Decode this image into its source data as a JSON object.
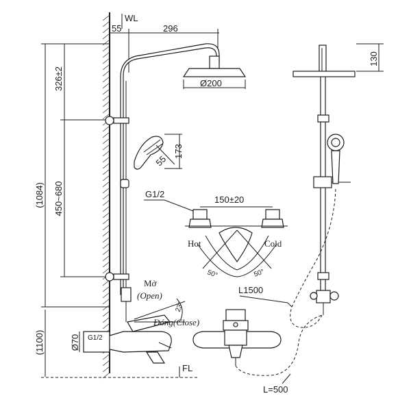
{
  "labels": {
    "wl": "WL",
    "fl": "FL",
    "d55": "55",
    "d296": "296",
    "d200": "Ø200",
    "d130": "130",
    "d326": "326±2",
    "d450": "450~680",
    "d1084": "(1084)",
    "d1100": "(1100)",
    "d173": "173",
    "d55b": "55",
    "g12a": "G1/2",
    "d150": "150±20",
    "hot": "Hot",
    "cold": "Cold",
    "a50l": "50°",
    "a50r": "50°",
    "mo": "Mở",
    "open": "(Open)",
    "a23": "23°",
    "dong": "Đóng(Close)",
    "d70": "Ø70",
    "g12b": "G1/2",
    "l1500": "L1500",
    "l500": "L=500"
  }
}
